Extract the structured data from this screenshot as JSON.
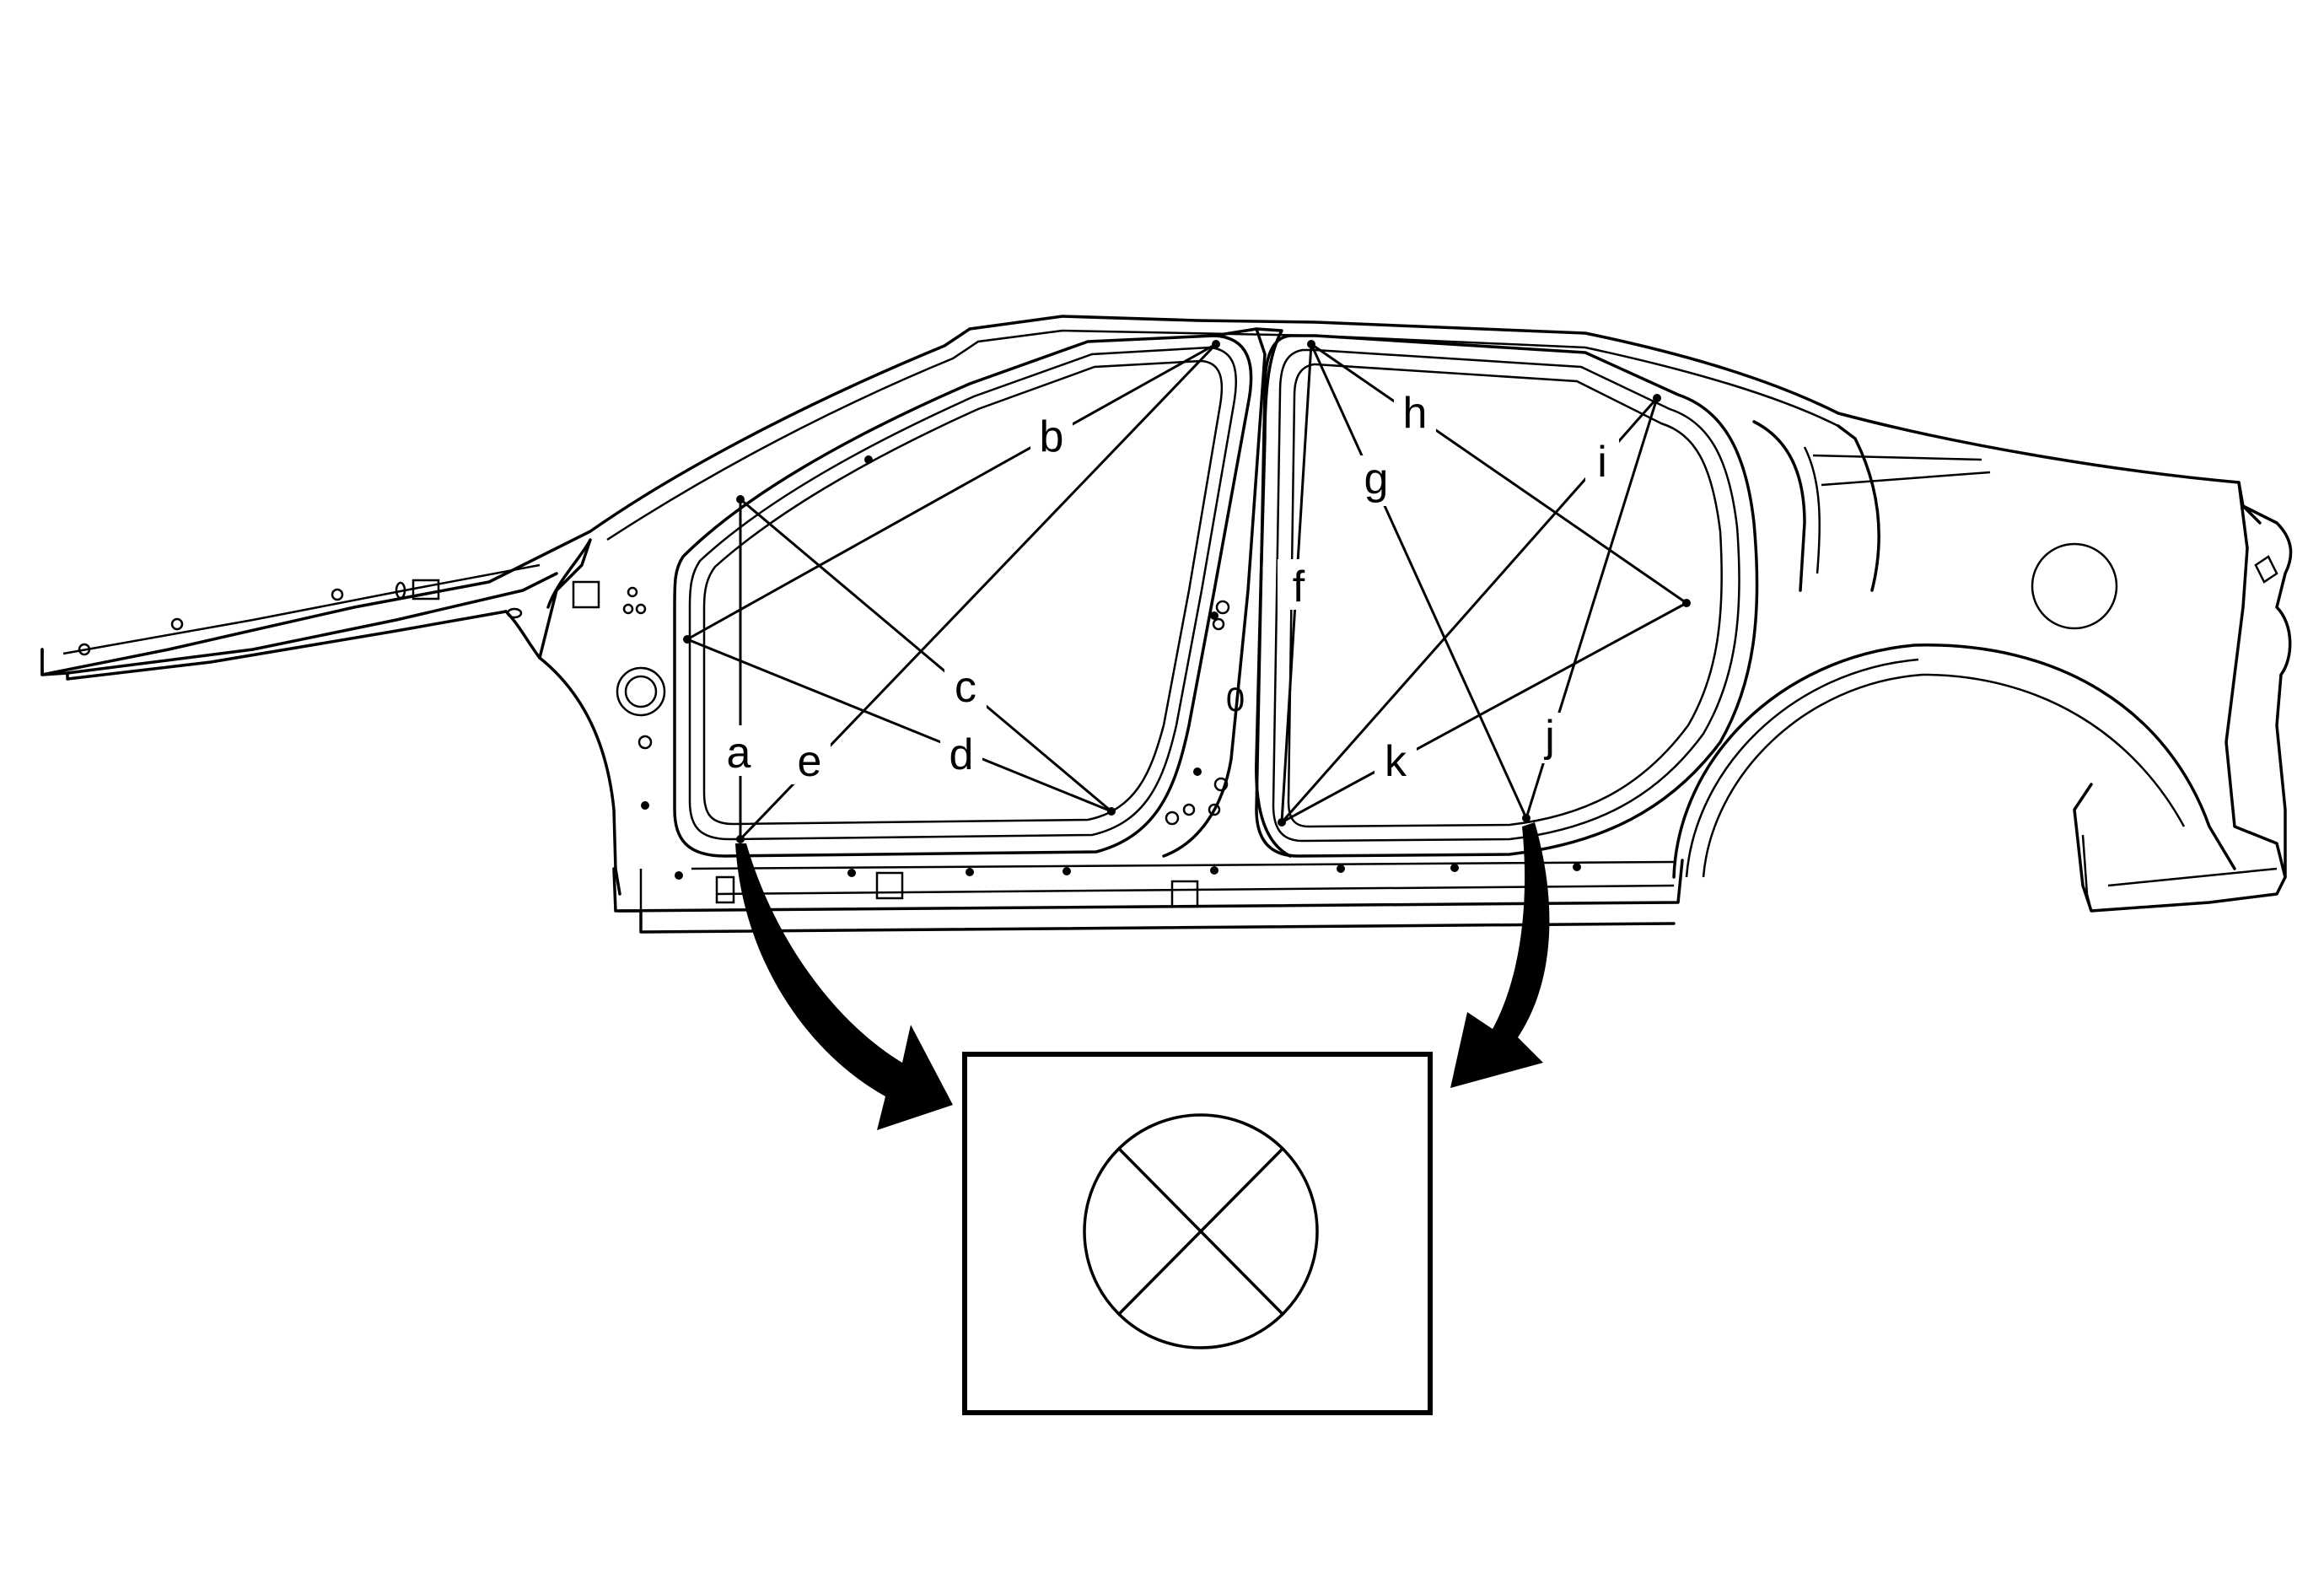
{
  "diagram": {
    "labels": {
      "a": "a",
      "b": "b",
      "c": "c",
      "d": "d",
      "e": "e",
      "f": "f",
      "g": "g",
      "h": "h",
      "i": "i",
      "j": "j",
      "k": "k",
      "pillar_mark": "0"
    }
  }
}
